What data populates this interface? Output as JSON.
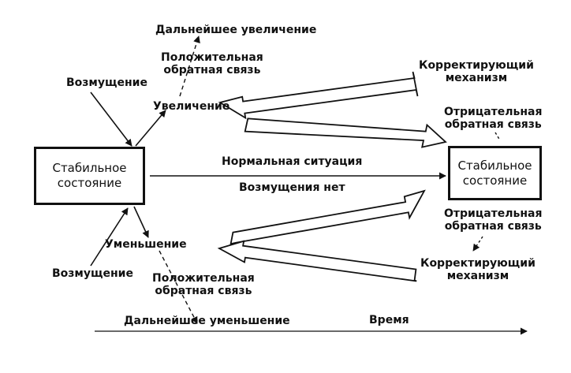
{
  "boxes": {
    "left_line1": "Стабильное",
    "left_line2": "состояние",
    "right_line1": "Стабильное",
    "right_line2": "состояние"
  },
  "labels": {
    "further_increase": "Дальнейшее увеличение",
    "positive_fb_top_line1": "Положительная",
    "positive_fb_top_line2": "обратная связь",
    "disturbance_top": "Возмущение",
    "increase": "Увеличение",
    "corrective_top_line1": "Корректирующий",
    "corrective_top_line2": "механизм",
    "negative_fb_top_line1": "Отрицательная",
    "negative_fb_top_line2": "обратная связь",
    "normal_situation": "Нормальная ситуация",
    "no_disturbance": "Возмущения нет",
    "negative_fb_bottom_line1": "Отрицательная",
    "negative_fb_bottom_line2": "обратная связь",
    "decrease": "Уменьшение",
    "corrective_bottom_line1": "Корректирующий",
    "corrective_bottom_line2": "механизм",
    "disturbance_bottom": "Возмущение",
    "positive_fb_bottom_line1": "Положительная",
    "positive_fb_bottom_line2": "обратная связь",
    "further_decrease": "Дальнейшее уменьшение",
    "time": "Время"
  },
  "colors": {
    "ink": "#111111",
    "background": "#ffffff"
  }
}
